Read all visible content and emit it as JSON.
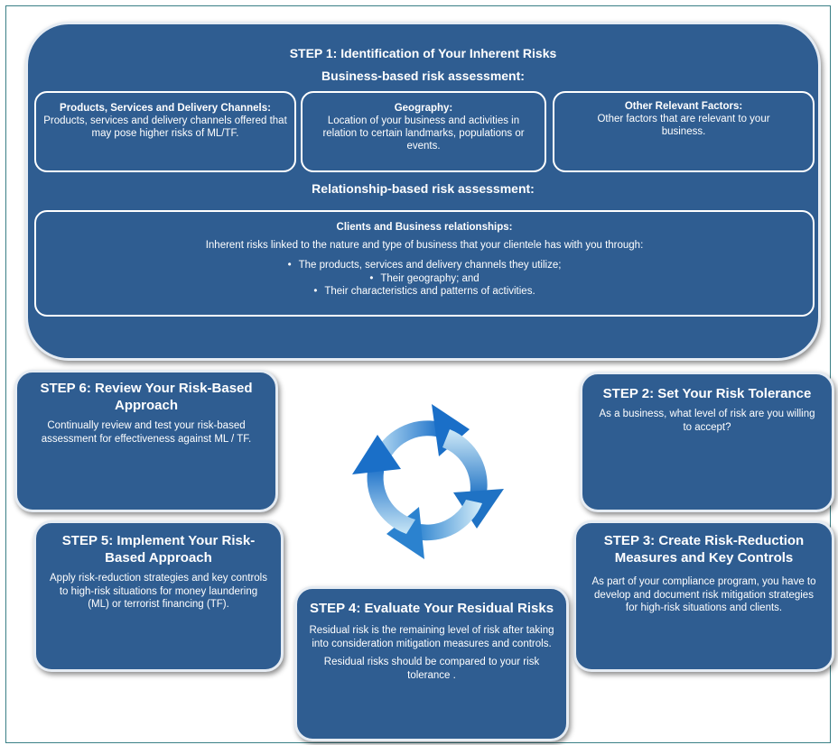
{
  "step1": {
    "title": "STEP 1: Identification of Your Inherent Risks",
    "business_heading": "Business-based risk assessment:",
    "products": {
      "heading": "Products, Services and Delivery Channels:",
      "text": "Products, services and delivery channels offered that may pose higher risks of ML/TF."
    },
    "geography": {
      "heading": "Geography:",
      "text": "Location of your business and activities in relation to certain landmarks, populations or events."
    },
    "other": {
      "heading": "Other Relevant Factors:",
      "text": "Other factors that are relevant to your business."
    },
    "relationship_heading": "Relationship-based risk assessment:",
    "clients": {
      "heading": "Clients and Business relationships:",
      "text": "Inherent risks linked to the nature  and type of business that your clientele has with you through:",
      "bullets": [
        "The products, services and delivery channels they utilize;",
        "Their geography; and",
        "Their characteristics and patterns of activities."
      ]
    }
  },
  "step2": {
    "title": "STEP 2: Set Your Risk Tolerance",
    "text": "As a business, what level of risk are you willing to accept?"
  },
  "step3": {
    "title": "STEP 3: Create Risk-Reduction Measures and Key Controls",
    "text": "As part of your compliance program, you have to develop and document risk mitigation strategies for high-risk situations and clients."
  },
  "step4": {
    "title": "STEP 4: Evaluate Your Residual Risks",
    "text1": "Residual risk is the remaining level of risk after taking into consideration mitigation measures and controls.",
    "text2": "Residual risks  should be compared to your risk tolerance ."
  },
  "step5": {
    "title": "STEP 5: Implement Your Risk-Based Approach",
    "text": "Apply risk-reduction strategies and key controls to high-risk situations for money laundering (ML) or terrorist financing (TF)."
  },
  "step6": {
    "title": "STEP 6: Review Your Risk-Based Approach",
    "text": "Continually review and test your risk-based assessment for effectiveness against ML / TF."
  },
  "colors": {
    "box_fill": "#2f5d91",
    "box_border": "#e6ecf3",
    "frame": "#3a7f86",
    "arrow_dark": "#1a6fc8",
    "arrow_light": "#bfe2f6"
  },
  "icon": "circular-arrows-cycle-icon"
}
